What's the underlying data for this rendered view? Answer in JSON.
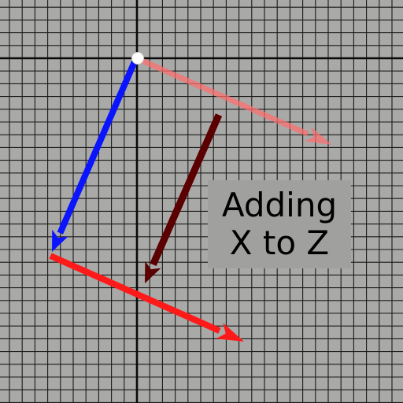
{
  "caption": {
    "line1": "Adding",
    "line2": "X to Z"
  },
  "colors": {
    "background": "#a9a9a7",
    "grid": "#1a1a1a",
    "axis": "#0a0a0a",
    "caption_box": "#a0a09e",
    "z_vector": "#0a14ff",
    "x_vector": "#ff1a1a",
    "x_vector_faded": "#ff7070",
    "sum_vector": "#5a0000",
    "origin_marker": "#ffffff"
  },
  "vectors": [
    {
      "name": "z-vector",
      "color_key": "z_vector"
    },
    {
      "name": "x-vector",
      "color_key": "x_vector"
    },
    {
      "name": "x-vector-faded",
      "color_key": "x_vector_faded"
    },
    {
      "name": "sum-vector",
      "color_key": "sum_vector"
    }
  ]
}
